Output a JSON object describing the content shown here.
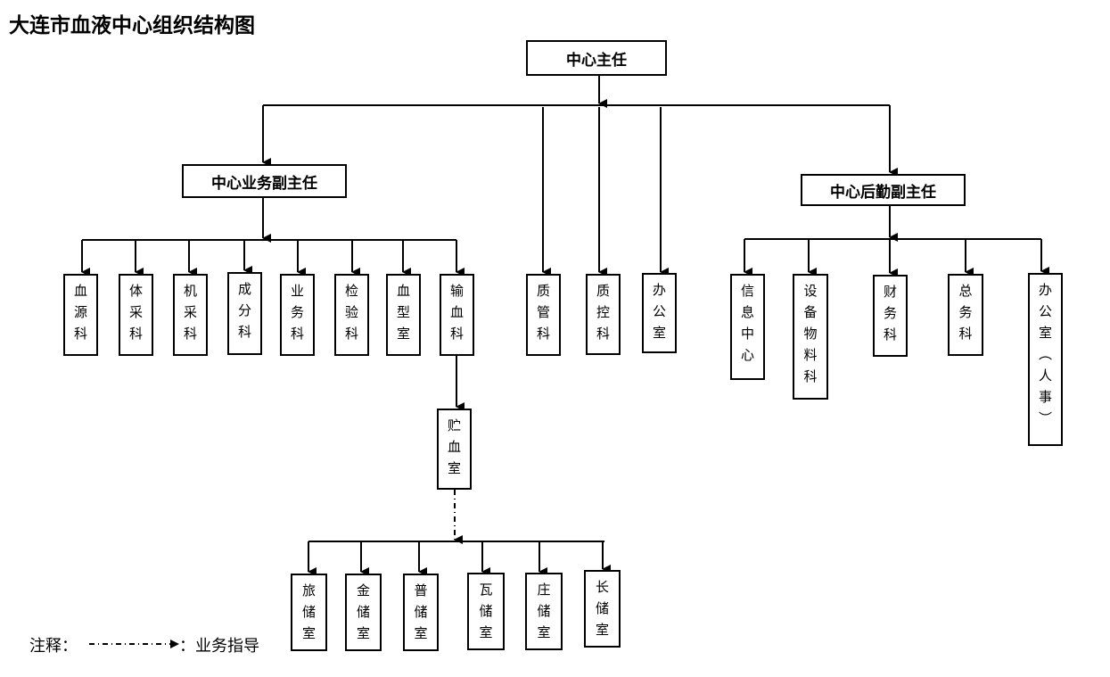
{
  "title": "大连市血液中心组织结构图",
  "director": "中心主任",
  "deputy_business": "中心业务副主任",
  "deputy_logistics": "中心后勤副主任",
  "business_depts": [
    "血源科",
    "体采科",
    "机采科",
    "成分科",
    "业务科",
    "检验科",
    "血型室",
    "输血科"
  ],
  "storage_room": "贮血室",
  "storage_branches": [
    "旅储室",
    "金储室",
    "普储室",
    "瓦储室",
    "庄储室",
    "长储室"
  ],
  "direct_depts": [
    "质管科",
    "质控科",
    "办公室"
  ],
  "logistics_depts": [
    "信息中心",
    "设备物料科",
    "财务科",
    "总务科",
    "办公室（人事）"
  ],
  "legend": {
    "prefix": "注释：",
    "suffix": "：业务指导"
  }
}
